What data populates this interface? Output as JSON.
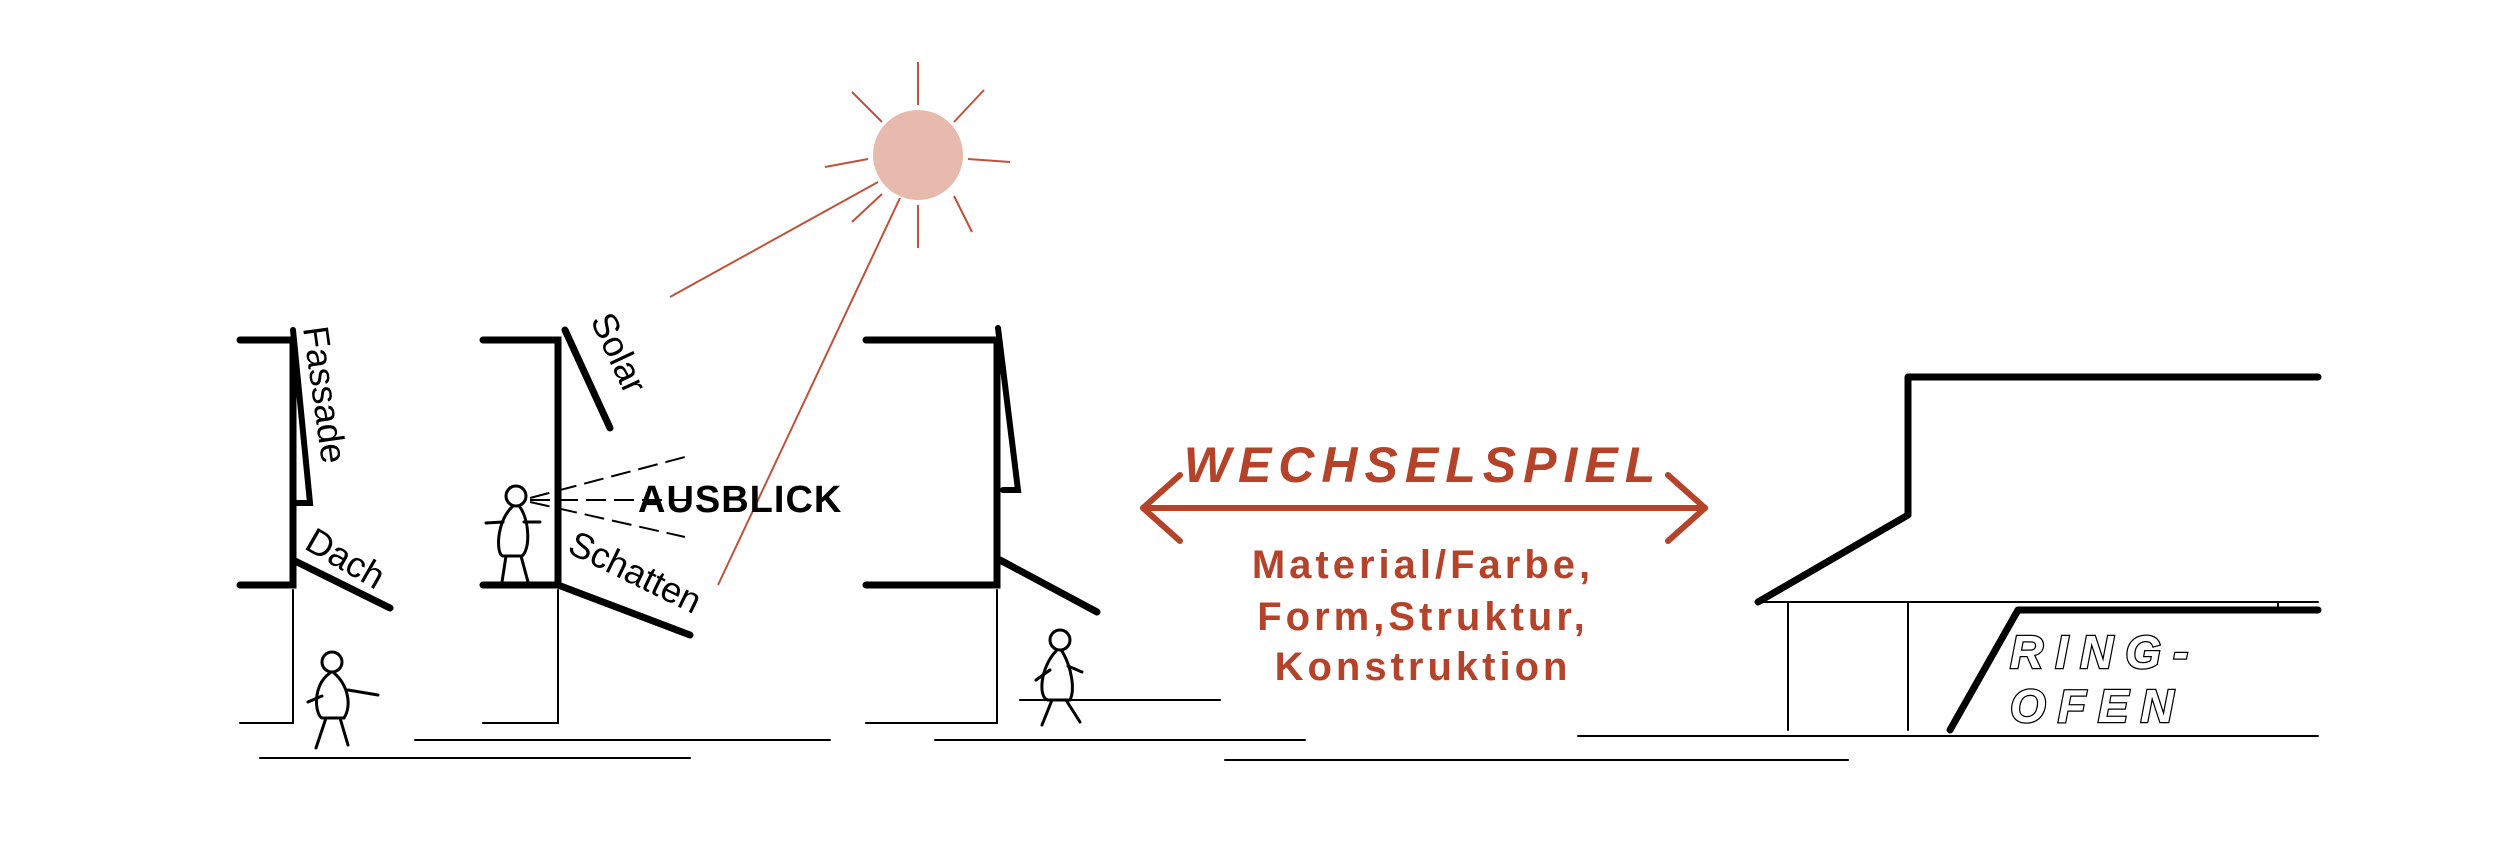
{
  "labels": {
    "fassade": "Fassade",
    "dach": "Dach",
    "solar": "Solar",
    "schatten": "Schatten",
    "ausblick": "AUSBLICK",
    "wechselspiel": "WECHSELSPIEL",
    "material_line1": "Material/Farbe,",
    "material_line2": "Form,Struktur,",
    "material_line3": "Konstruktion",
    "ringofen_line1": "RING-",
    "ringofen_line2": "OFEN"
  },
  "colors": {
    "accent": "#b5432a",
    "sun_fill": "#e8b9ad",
    "sun_rays": "#c0513a",
    "ink": "#000000"
  },
  "icons": [
    "sun-icon",
    "person-icon",
    "double-arrow-icon",
    "eye-icon"
  ]
}
